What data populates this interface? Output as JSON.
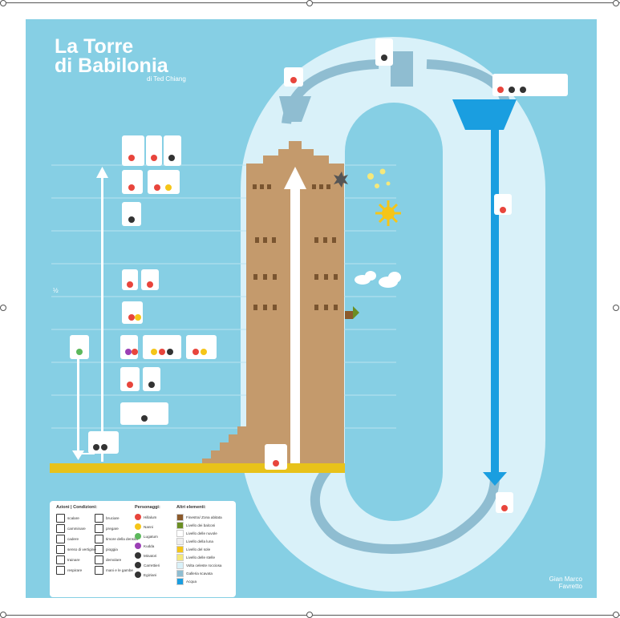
{
  "poster": {
    "title_line1": "La Torre",
    "title_line2": "di Babilonia",
    "subtitle": "di Ted Chiang",
    "credit_line1": "Gian Marco",
    "credit_line2": "Favretto",
    "half_marker": "½",
    "colors": {
      "background": "#86cfe4",
      "loop": "#d9f1f9",
      "tower": "#c49a6c",
      "ground": "#e8c21a",
      "water": "#1a9ee0",
      "arrow_gray": "#8fbdd1",
      "white": "#ffffff",
      "red_icon": "#e8453c",
      "yellow_icon": "#f5c518",
      "green_icon": "#5cb85c",
      "purple_icon": "#9b3fb5",
      "black_icon": "#333333"
    }
  },
  "legend": {
    "col_actions_title": "Azioni | Condizioni:",
    "col_characters_title": "Personaggi:",
    "col_other_title": "Altri elementi:",
    "actions": [
      {
        "icon": "climb-icon",
        "label": "scalare"
      },
      {
        "icon": "walk-icon",
        "label": "camminare"
      },
      {
        "icon": "fall-icon",
        "label": "cadere"
      },
      {
        "icon": "vertigo-icon",
        "label": "senso di vertigine"
      },
      {
        "icon": "pull-icon",
        "label": "trainare"
      },
      {
        "icon": "balance-icon",
        "label": "respirare"
      }
    ],
    "conditions": [
      {
        "icon": "sun-icon",
        "label": "bruciare"
      },
      {
        "icon": "pray-icon",
        "label": "pregare"
      },
      {
        "icon": "darkness-icon",
        "label": "timore della densità"
      },
      {
        "icon": "rain-icon",
        "label": "pioggia"
      },
      {
        "icon": "mine-icon",
        "label": "demolare"
      },
      {
        "icon": "legs-icon",
        "label": "mani e le gambe"
      }
    ],
    "characters": [
      {
        "color_key": "red_icon",
        "label": "Hillalum"
      },
      {
        "color_key": "yellow_icon",
        "label": "Nanni"
      },
      {
        "color_key": "green_icon",
        "label": "Lugatum"
      },
      {
        "color_key": "purple_icon",
        "label": "Kudda"
      },
      {
        "color_key": "black_icon",
        "label": "Minatori"
      },
      {
        "color_key": "black_icon",
        "label": "Carrettieri"
      },
      {
        "color_key": "black_icon",
        "label": "Egiziani"
      }
    ],
    "others": [
      {
        "swatch": "#8b5a2b",
        "label": "Finestra/ Zona abitata"
      },
      {
        "swatch": "#6b8e23",
        "label": "Livello dei balconi"
      },
      {
        "swatch": "#ffffff",
        "label": "Livello delle nuvole"
      },
      {
        "swatch": "#eeeeee",
        "label": "Livello della luna"
      },
      {
        "swatch": "#f5c518",
        "label": "Livello del sole"
      },
      {
        "swatch": "#f5e87a",
        "label": "Livello delle stelle"
      },
      {
        "swatch": "#d9f1f9",
        "label": "Volta celeste rocciosa"
      },
      {
        "swatch": "#8fbdd1",
        "label": "Galleria scavata"
      },
      {
        "swatch": "#1a9ee0",
        "label": "Acqua"
      }
    ]
  }
}
